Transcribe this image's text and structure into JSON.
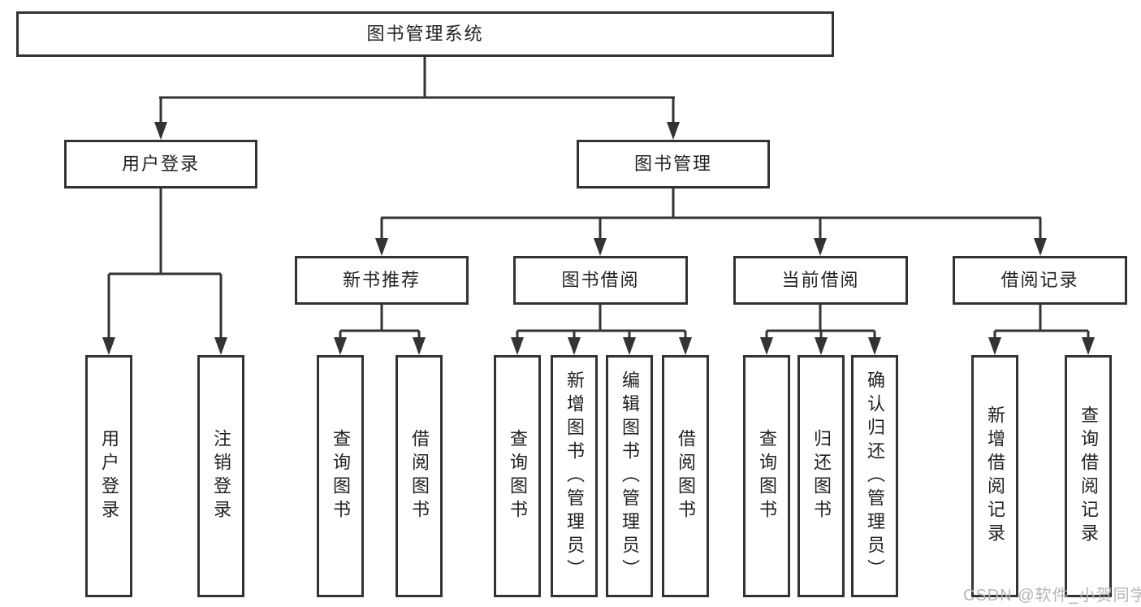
{
  "nodes": {
    "root": "图书管理系统",
    "level2": [
      "用户登录",
      "图书管理"
    ],
    "level3": [
      "新书推荐",
      "图书借阅",
      "当前借阅",
      "借阅记录"
    ],
    "leaves": [
      "用户登录",
      "注销登录",
      "查询图书",
      "借阅图书",
      "查询图书",
      "新增图书（管理员）",
      "编辑图书（管理员）",
      "借阅图书",
      "查询图书",
      "归还图书",
      "确认归还（管理员）",
      "新增借阅记录",
      "查询借阅记录"
    ]
  },
  "watermark": {
    "text": "CSDN @软件_小贺同学"
  },
  "colors": {
    "line": "#333333",
    "box_border": "#333333",
    "text": "#222222",
    "background": "#ffffff",
    "watermark": "#b5b5b5"
  }
}
